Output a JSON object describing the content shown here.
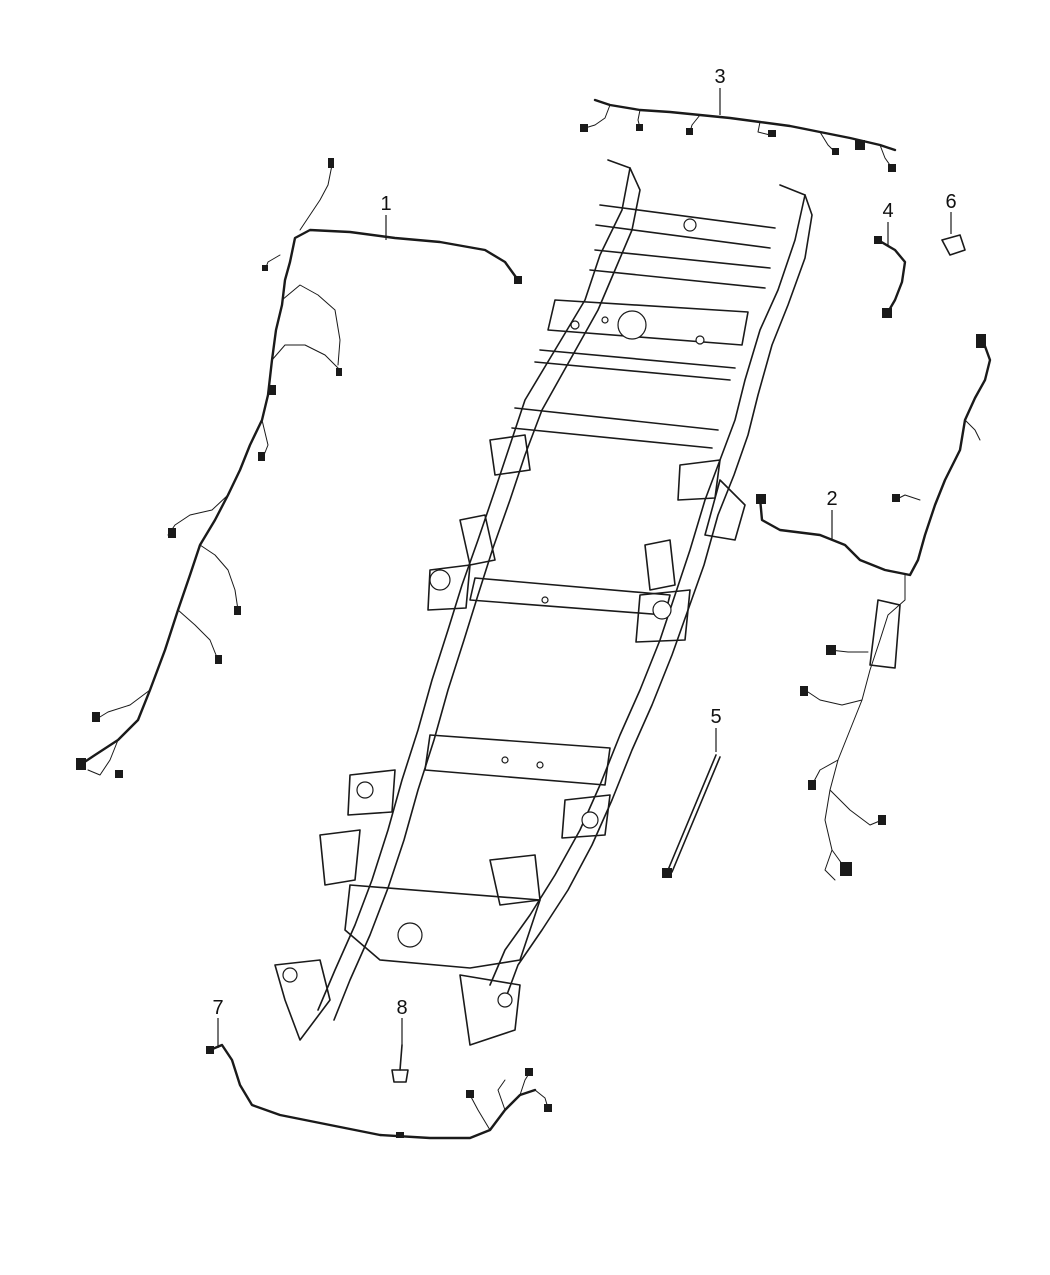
{
  "diagram": {
    "parts": [
      {
        "id": "part-1",
        "callout": "1"
      },
      {
        "id": "part-2",
        "callout": "2"
      },
      {
        "id": "part-3",
        "callout": "3"
      },
      {
        "id": "part-4",
        "callout": "4"
      },
      {
        "id": "part-5",
        "callout": "5"
      },
      {
        "id": "part-6",
        "callout": "6"
      },
      {
        "id": "part-7",
        "callout": "7"
      },
      {
        "id": "part-8",
        "callout": "8"
      }
    ]
  }
}
